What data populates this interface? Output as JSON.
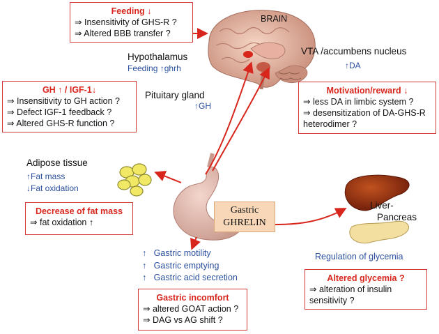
{
  "brain": {
    "label": "BRAIN"
  },
  "feeding_box": {
    "title": "Feeding",
    "lines": [
      "Insensitivity of GHS-R ?",
      "Altered BBB transfer ?"
    ]
  },
  "hypothalamus": {
    "label": "Hypothalamus",
    "sub_prefix": "Feeding",
    "sub_suffix": "ghrh"
  },
  "vta": {
    "label": "VTA /accumbens nucleus",
    "sub": "DA"
  },
  "pituitary": {
    "label": "Pituitary gland",
    "sub": "GH"
  },
  "gh_box": {
    "title": "GH",
    "title_mid": "/ IGF-1",
    "lines": [
      "Insensitivity to GH action ?",
      "Defect IGF-1 feedback ?",
      "Altered GHS-R function ?"
    ]
  },
  "motivation_box": {
    "title": "Motivation/reward",
    "lines": [
      "less DA in limbic system ?",
      "desensitization of DA-GHS-R",
      "heterodimer ?"
    ]
  },
  "adipose": {
    "label": "Adipose tissue",
    "items": [
      "Fat mass",
      "Fat oxidation"
    ]
  },
  "fatmass_box": {
    "title": "Decrease of fat mass",
    "line": "fat oxidation"
  },
  "ghrelin": {
    "line1": "Gastric",
    "line2": "GHRELIN"
  },
  "liver": {
    "label1": "Liver-",
    "label2": "Pancreas"
  },
  "glycemia_label": "Regulation of glycemia",
  "glycemia_box": {
    "title": "Altered glycemia ?",
    "lines": [
      "alteration of insulin",
      "sensitivity ?"
    ]
  },
  "gastric_effects": [
    "Gastric motility",
    "Gastric emptying",
    "Gastric acid secretion"
  ],
  "incomfort_box": {
    "title": "Gastric incomfort",
    "lines": [
      "altered GOAT action ?",
      "DAG vs AG shift ?"
    ]
  },
  "colors": {
    "accent_red": "#d8261d",
    "blue": "#2b4f9e",
    "ghrelin_fill": "#f8d7b8"
  },
  "icons": {
    "implies": "⇒",
    "up": "↑",
    "down": "↓"
  }
}
